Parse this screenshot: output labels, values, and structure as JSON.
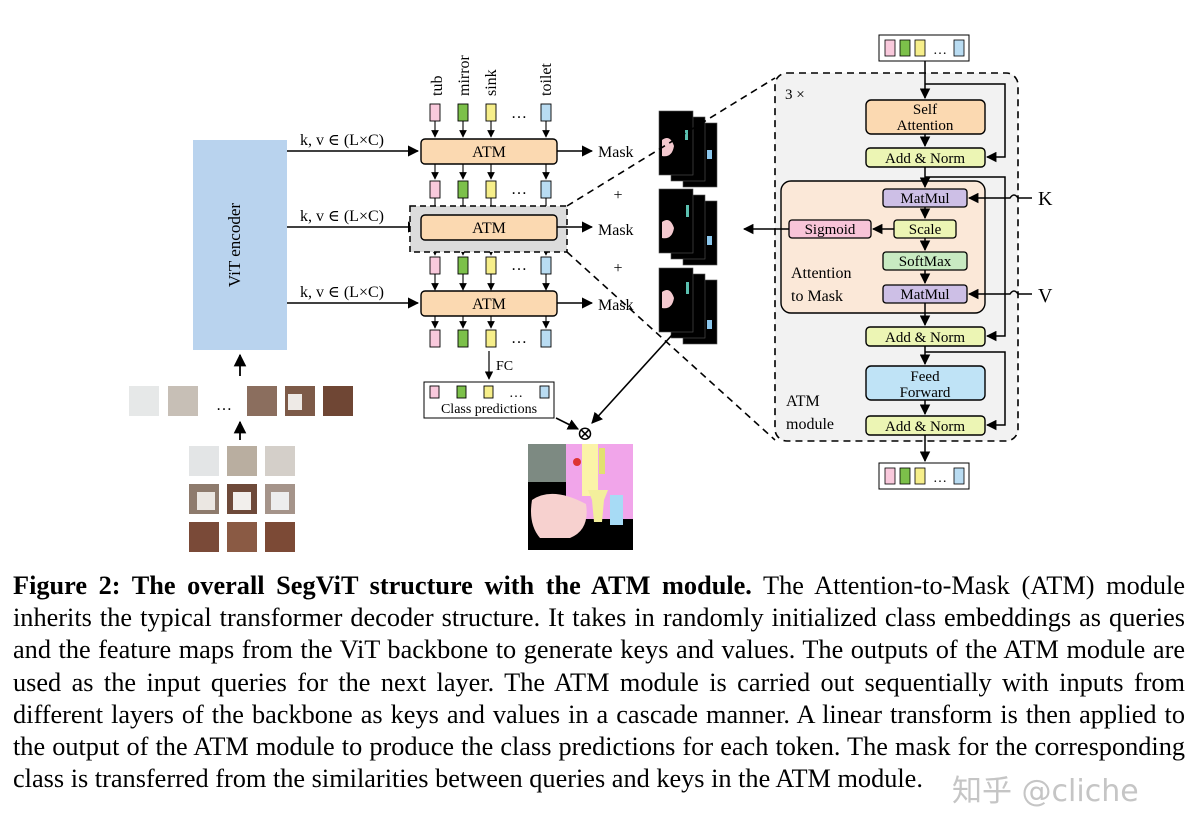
{
  "diagram": {
    "encoder_label": "ViT encoder",
    "kv_labels": [
      "k, v ∈ (L×C)",
      "k, v ∈ (L×C)",
      "k, v ∈ (L×C)"
    ],
    "class_names": [
      "tub",
      "mirror",
      "sink",
      "…",
      "toilet"
    ],
    "atm_labels": [
      "ATM",
      "ATM",
      "ATM"
    ],
    "mask_labels": [
      "Mask",
      "Mask",
      "Mask"
    ],
    "plus_signs": [
      "+",
      "+"
    ],
    "ellipsis": "…",
    "fc_label": "FC",
    "class_predictions_label": "Class predictions",
    "otimes": "⊗",
    "detail": {
      "repeat_label": "3 ×",
      "self_attention": [
        "Self",
        "Attention"
      ],
      "add_norm": "Add & Norm",
      "matmul": "MatMul",
      "scale": "Scale",
      "sigmoid": "Sigmoid",
      "softmax": "SoftMax",
      "attention_to_mask": [
        "Attention",
        "to Mask"
      ],
      "feed_forward": [
        "Feed",
        "Forward"
      ],
      "atm_module": [
        "ATM",
        "module"
      ],
      "k_label": "K",
      "v_label": "V"
    },
    "token_colors": [
      "#f9c9dc",
      "#7cc04a",
      "#f6ee8a",
      "#b9dcf2"
    ],
    "colors": {
      "encoder": "#b9d3ee",
      "atm": "#fbd9b1",
      "add_norm": "#ecf5b4",
      "matmul": "#cdbfe6",
      "scale": "#ecf5b4",
      "sigmoid": "#f8c4d8",
      "softmax": "#c8eac2",
      "feed_forward": "#bfe3f6",
      "attention_panel": "#fbe8d8",
      "module_panel": "#f2f2f2"
    }
  },
  "caption": {
    "bold": "Figure 2: The overall SegViT structure with the ATM module.",
    "text": " The Attention-to-Mask (ATM) module inherits the typical transformer decoder structure.  It takes in randomly initialized class embeddings as queries and the feature maps from the ViT backbone to generate keys and values. The outputs of the ATM module are used as the input queries for the next layer. The ATM module is carried out sequentially with inputs from different layers of the backbone as keys and values in a cascade manner. A linear transform is then applied to the output of the ATM module to produce the class predictions for each token. The mask for the corresponding class is transferred from the similarities between queries and keys in the ATM module."
  },
  "watermark": "知乎 @cliche"
}
